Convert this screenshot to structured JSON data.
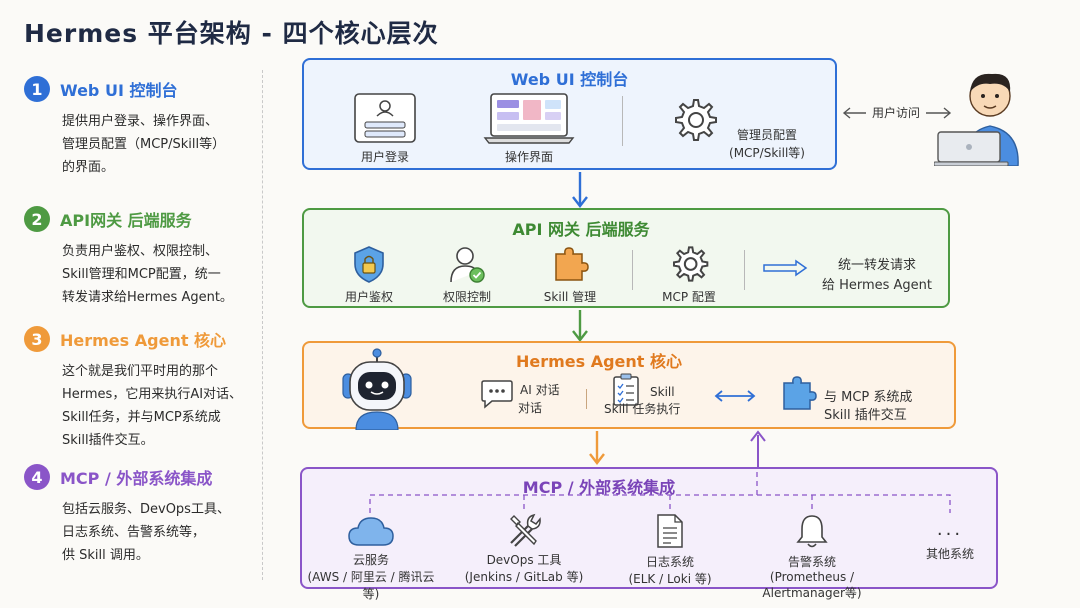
{
  "title": "Hermes 平台架构 - 四个核心层次",
  "steps": [
    {
      "num": "1",
      "title": "Web UI 控制台",
      "desc": [
        "提供用户登录、操作界面、",
        "管理员配置（MCP/Skill等）",
        "的界面。"
      ],
      "color": "#2f6fd6"
    },
    {
      "num": "2",
      "title": "API网关   后端服务",
      "desc": [
        "负责用户鉴权、权限控制、",
        "Skill管理和MCP配置，统一",
        "转发请求给Hermes Agent。"
      ],
      "color": "#4e9a43"
    },
    {
      "num": "3",
      "title": "Hermes Agent 核心",
      "desc": [
        "这个就是我们平时用的那个",
        "Hermes，它用来执行AI对话、",
        "Skill任务，并与MCP系统成",
        "Skill插件交互。"
      ],
      "color": "#ef9a3a"
    },
    {
      "num": "4",
      "title": "MCP / 外部系统集成",
      "desc": [
        "包括云服务、DevOps工具、",
        "日志系统、告警系统等，",
        "供 Skill 调用。"
      ],
      "color": "#8a55c8"
    }
  ],
  "layers": {
    "webui": {
      "title": "Web UI 控制台",
      "login": "用户登录",
      "ui": "操作界面",
      "admin_line1": "管理员配置",
      "admin_line2": "(MCP/Skill等)",
      "user_access": "用户访问"
    },
    "api": {
      "title": "API 网关   后端服务",
      "auth": "用户鉴权",
      "perm": "权限控制",
      "skill": "Skill 管理",
      "mcp": "MCP 配置",
      "forward_line1": "统一转发请求",
      "forward_line2": "给 Hermes Agent"
    },
    "agent": {
      "title": "Hermes Agent 核心",
      "chat_line1": "AI 对话",
      "chat_line2": "对话",
      "task_line1": "Skill",
      "task_line2": "Skill 任务执行",
      "mcp_line1": "与 MCP 系统成",
      "mcp_line2": "Skill 插件交互"
    },
    "mcp": {
      "title": "MCP / 外部系统集成",
      "cloud": "云服务",
      "cloud_sub": "(AWS / 阿里云 / 腾讯云等)",
      "devops": "DevOps 工具",
      "devops_sub": "(Jenkins / GitLab 等)",
      "log": "日志系统",
      "log_sub": "(ELK / Loki 等)",
      "alert": "告警系统",
      "alert_sub": "(Prometheus / Alertmanager等)",
      "more": "...",
      "other": "其他系统"
    }
  },
  "colors": {
    "blue": "#2f6fd6",
    "green": "#4e9a43",
    "orange": "#ef9a3a",
    "purple": "#8a55c8",
    "blue_fill": "#eef4fd",
    "green_fill": "#f2f8ef",
    "orange_fill": "#fdf4ea",
    "purple_fill": "#f5effb"
  }
}
